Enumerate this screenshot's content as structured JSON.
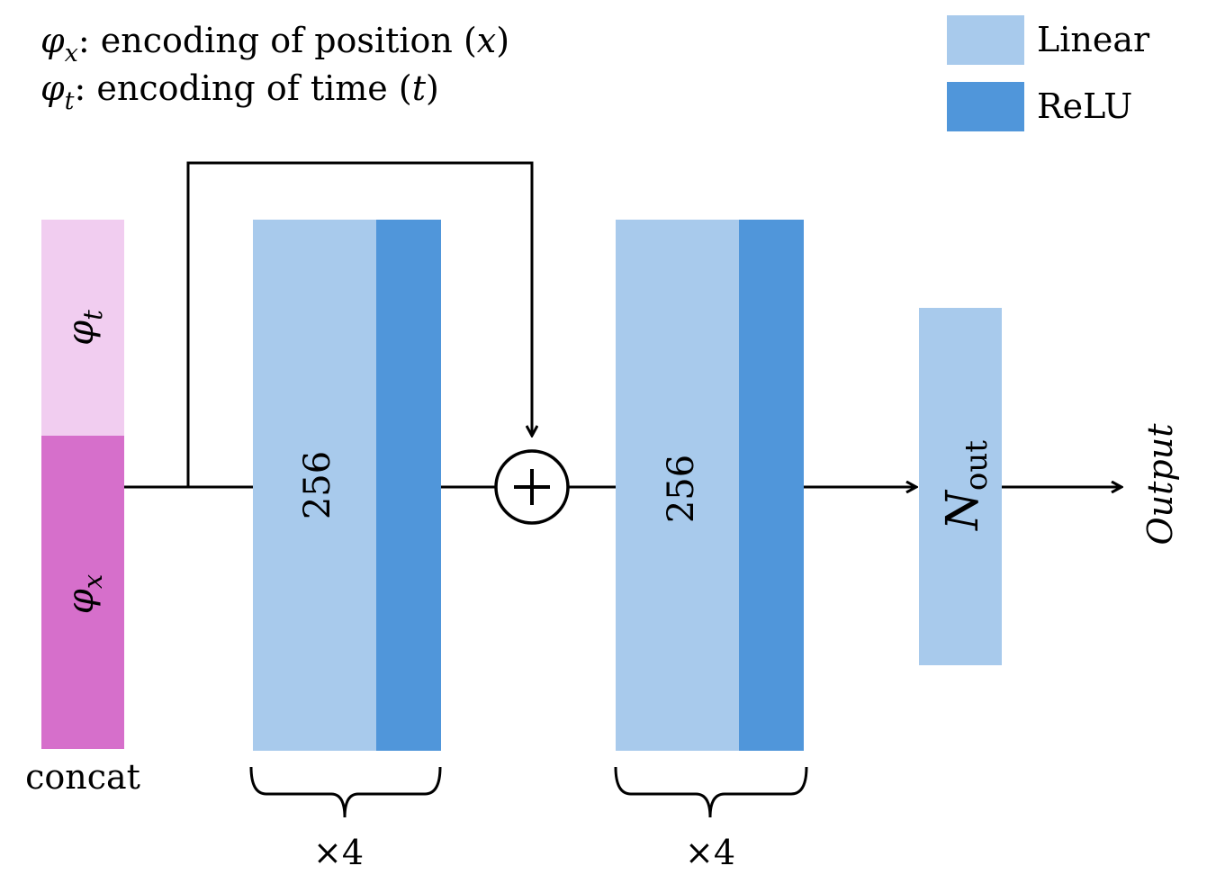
{
  "header": {
    "line1": {
      "symbol": "φ",
      "subscript": "x",
      "text": ": encoding of position (",
      "var": "x",
      "close": ")"
    },
    "line2": {
      "symbol": "φ",
      "subscript": "t",
      "text": ": encoding of time (",
      "var": "t",
      "close": ")"
    }
  },
  "legend": [
    {
      "label": "Linear",
      "color": "#a8caec"
    },
    {
      "label": "ReLU",
      "color": "#5096da"
    }
  ],
  "input": {
    "top_segment": {
      "symbol": "φ",
      "subscript": "t",
      "color": "#f1cdf0"
    },
    "bottom_segment": {
      "symbol": "φ",
      "subscript": "x",
      "color": "#d66fcb"
    },
    "caption": "concat"
  },
  "blocks": [
    {
      "label": "256",
      "repeat": "×4"
    },
    {
      "label": "256",
      "repeat": "×4"
    }
  ],
  "adder": {
    "symbol": "+"
  },
  "output_layer": {
    "symbol": "N",
    "subscript": "out"
  },
  "output": {
    "label": "Output"
  },
  "colors": {
    "linear": "#a8caec",
    "relu": "#5096da",
    "line": "#000000"
  }
}
